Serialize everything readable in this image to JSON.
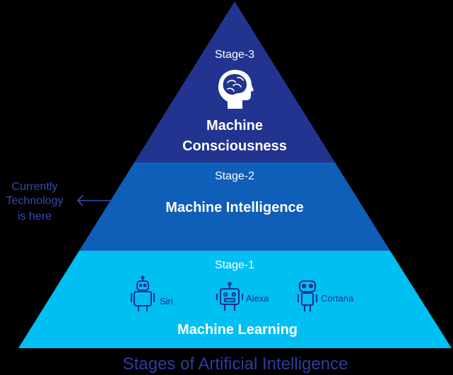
{
  "diagram": {
    "caption": "Stages of Artificial Intelligence",
    "stages": [
      {
        "stage_label": "Stage-3",
        "title_line1": "Machine",
        "title_line2": "Consciousness",
        "icon": "human-head-brain-icon",
        "color": "#22348f"
      },
      {
        "stage_label": "Stage-2",
        "title": "Machine Intelligence",
        "color": "#0f5eb8"
      },
      {
        "stage_label": "Stage-1",
        "title": "Machine Learning",
        "color": "#00bff3",
        "assistants": [
          {
            "name": "Siri",
            "icon": "robot-siri-icon"
          },
          {
            "name": "Alexa",
            "icon": "robot-alexa-icon"
          },
          {
            "name": "Cortana",
            "icon": "robot-cortana-icon"
          }
        ]
      }
    ],
    "annotation": {
      "line1": "Currently",
      "line2": "Technology",
      "line3": "is here",
      "arrow": "arrow-left-icon",
      "color": "#3a4aa8"
    },
    "icon_color": "#1e2f8c",
    "caption_color": "#2e3d9e"
  }
}
